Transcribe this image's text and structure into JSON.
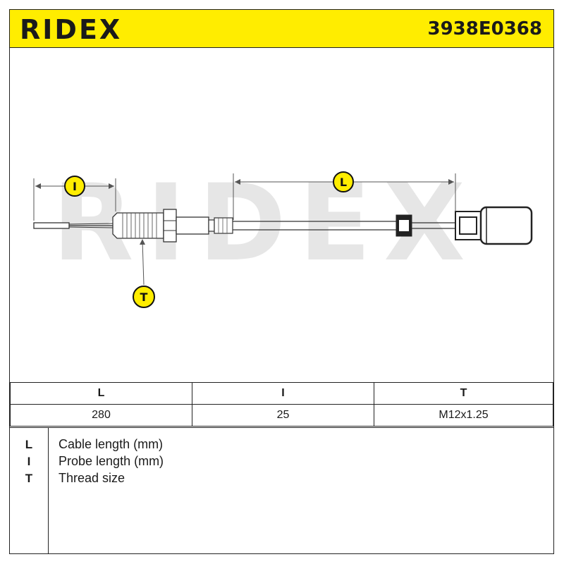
{
  "header": {
    "brand": "RIDEX",
    "part_number": "3938E0368"
  },
  "drawing": {
    "watermark": "RIDEX",
    "dim_probe_label": "I",
    "dim_cable_label": "L",
    "thread_label": "T",
    "accent_color": "#ffed00"
  },
  "table": {
    "headers": [
      "L",
      "I",
      "T"
    ],
    "values": [
      "280",
      "25",
      "M12x1.25"
    ]
  },
  "legend": {
    "items": [
      {
        "key": "L",
        "desc": "Cable length (mm)"
      },
      {
        "key": "I",
        "desc": "Probe length (mm)"
      },
      {
        "key": "T",
        "desc": "Thread size"
      }
    ]
  }
}
